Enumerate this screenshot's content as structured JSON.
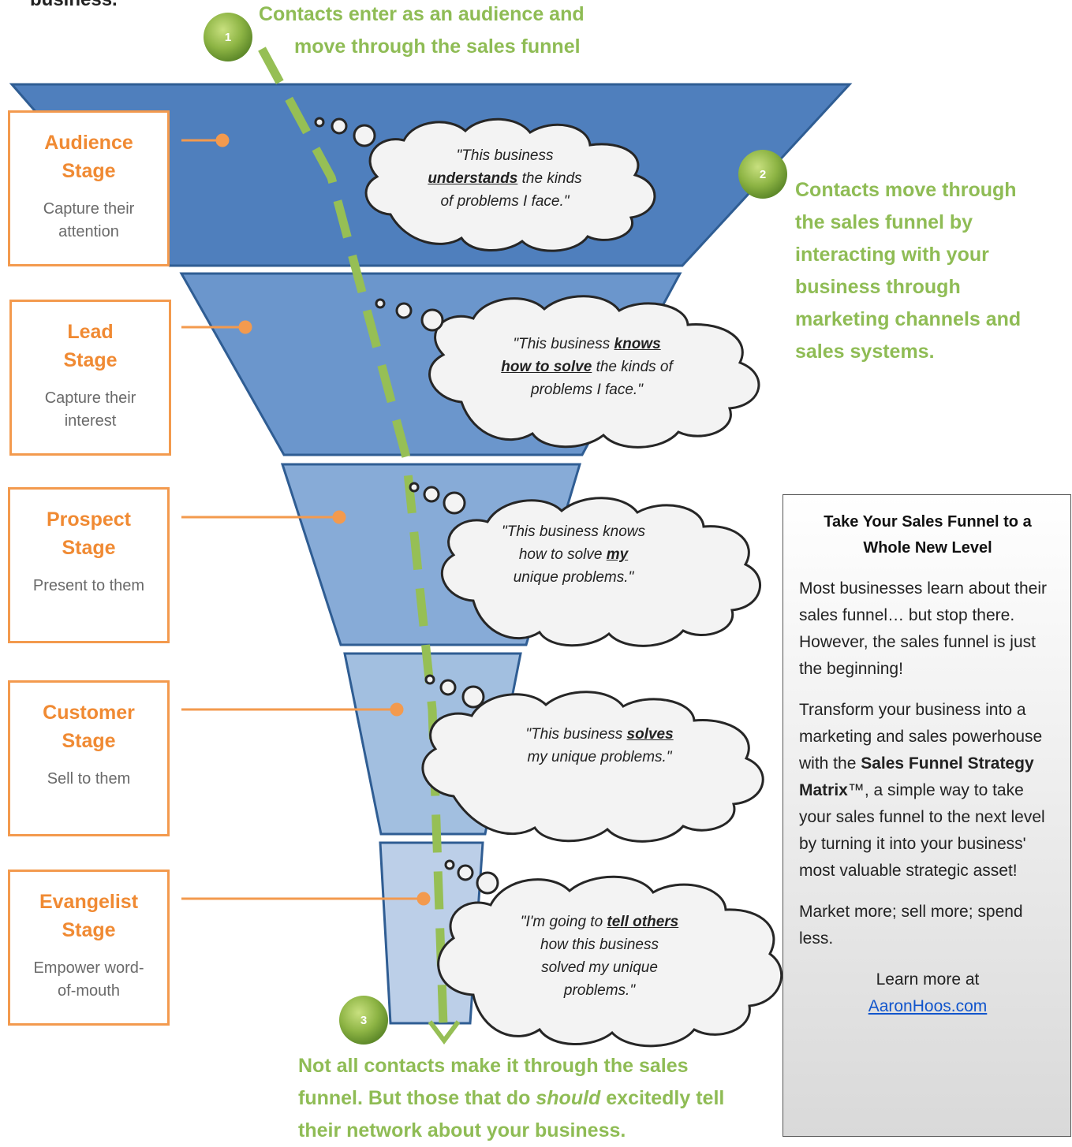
{
  "top_fragment": "business.",
  "callout1": {
    "number": "1",
    "line1": "Contacts enter as an audience and",
    "line2": "move through the sales funnel"
  },
  "callout2": {
    "number": "2",
    "lines": [
      "Contacts move through",
      "the sales funnel by",
      "interacting with your",
      "business through",
      "marketing channels and",
      "sales systems."
    ]
  },
  "callout3": {
    "number": "3",
    "lines": [
      "Not all contacts make it through the sales",
      "funnel. But those that do",
      "should",
      "excitedly tell",
      "their network about your business."
    ]
  },
  "stages": [
    {
      "name1": "Audience",
      "name2": "Stage",
      "desc1": "Capture their",
      "desc2": "attention"
    },
    {
      "name1": "Lead",
      "name2": "Stage",
      "desc1": "Capture their",
      "desc2": "interest"
    },
    {
      "name1": "Prospect",
      "name2": "Stage",
      "desc1": "Present to them",
      "desc2": ""
    },
    {
      "name1": "Customer",
      "name2": "Stage",
      "desc1": "Sell to them",
      "desc2": ""
    },
    {
      "name1": "Evangelist",
      "name2": "Stage",
      "desc1": "Empower word-",
      "desc2": "of-mouth"
    }
  ],
  "thoughts": [
    {
      "l1": "\"This business",
      "l2b": "understands",
      "l2": " the kinds",
      "l3": "of problems I face.\""
    },
    {
      "l1a": "\"This business ",
      "l1b": "knows",
      "l2b": "how to solve",
      "l2": " the kinds of",
      "l3": "problems I face.\""
    },
    {
      "l1": "\"This business knows",
      "l2a": "how to solve ",
      "l2b": "my",
      "l3": "unique problems.\""
    },
    {
      "l1a": "\"This business ",
      "l1b": "solves",
      "l2": "my unique problems.\""
    },
    {
      "l1a": "\"I'm going to ",
      "l1b": "tell others",
      "l2": "how this business",
      "l3": "solved my unique",
      "l4": "problems.\""
    }
  ],
  "sidebar": {
    "title": "Take Your Sales Funnel to a Whole New Level",
    "p1": "Most businesses learn about their sales funnel… but stop there. However, the sales funnel is just the beginning!",
    "p2a": "Transform your business into a marketing and sales powerhouse with the ",
    "p2b": "Sales Funnel Strategy Matrix",
    "p2c": "™, a simple way to take your sales funnel to the next level by turning it into your business' most valuable strategic asset!",
    "p3": "Market more; sell more; spend less.",
    "learn": "Learn more at",
    "link": "AaronHoos.com"
  },
  "colors": {
    "band1": "#4f7fbd",
    "band2": "#6b96cc",
    "band3": "#87abd7",
    "band4": "#a2bfe0",
    "band5": "#bccfe8",
    "accent_green": "#8fbc55",
    "accent_orange": "#f39a4e"
  }
}
